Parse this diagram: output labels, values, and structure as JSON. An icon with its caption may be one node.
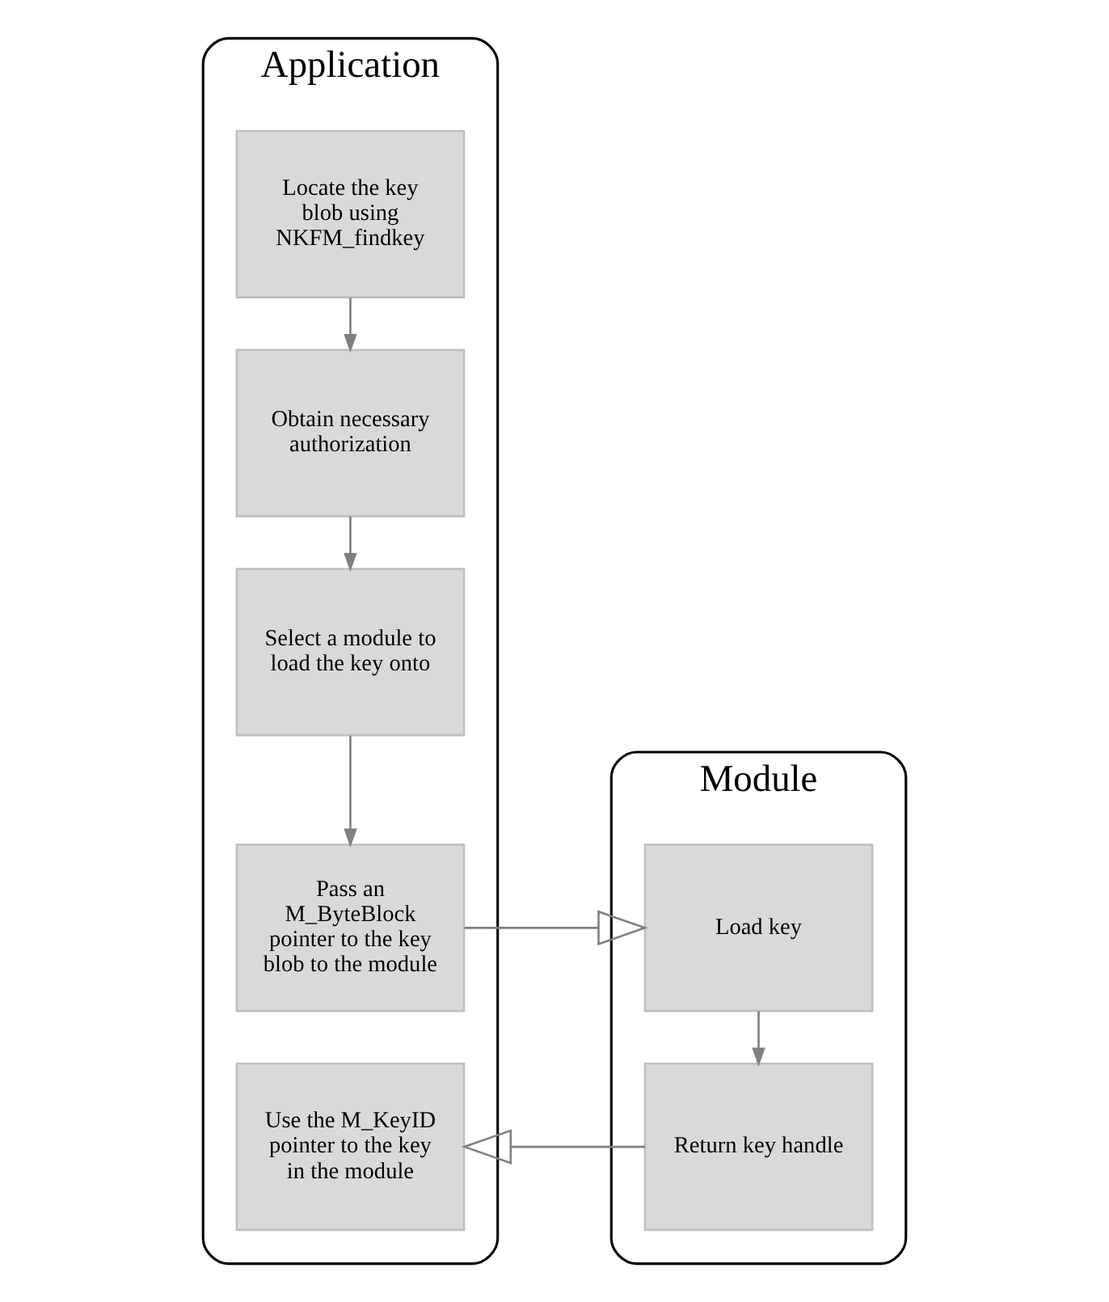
{
  "diagram": {
    "nodes": [
      {
        "text": [
          "Application"
        ]
      },
      {
        "text": [
          "Locate the key blob using NKFM_findkey"
        ],
        "in": 0
      },
      {
        "text": [
          "Obtain necessary authorization"
        ],
        "in": 0
      },
      {
        "text": [
          "Select a module to load the key onto"
        ],
        "in": 0
      },
      {
        "text": [
          "Pass an M_ByteBlock pointer to the key blob to the module"
        ],
        "in": 0
      },
      {
        "text": [
          "Use the M_KeyID pointer to the key in the module"
        ],
        "in": 0
      },
      {
        "text": [
          "Module"
        ]
      },
      {
        "text": [
          "Load key"
        ],
        "in": 6
      },
      {
        "text": [
          "Return key handle"
        ],
        "in": 6
      }
    ],
    "edges": [
      {
        "from": 1,
        "to": 2,
        "arrow": "to"
      },
      {
        "from": 2,
        "to": 3,
        "arrow": "to"
      },
      {
        "from": 3,
        "to": 4,
        "arrow": "to"
      },
      {
        "from": 4,
        "to": 7,
        "arrow": "to"
      },
      {
        "from": 7,
        "to": 8,
        "arrow": "to"
      },
      {
        "from": 8,
        "to": 5,
        "arrow": "to"
      }
    ]
  }
}
